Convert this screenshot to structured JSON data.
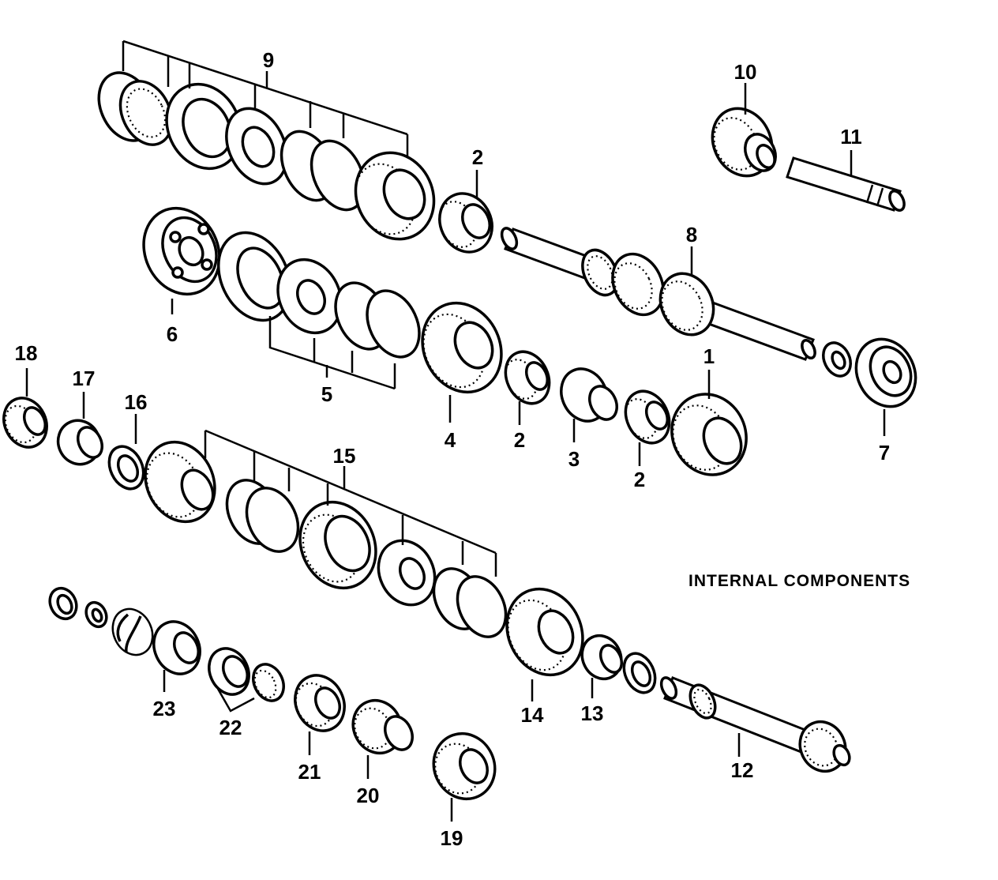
{
  "caption": "INTERNAL COMPONENTS",
  "callouts": {
    "c1": "1",
    "c2a": "2",
    "c2b": "2",
    "c2c": "2",
    "c3": "3",
    "c4": "4",
    "c5": "5",
    "c6": "6",
    "c7": "7",
    "c8": "8",
    "c9": "9",
    "c10": "10",
    "c11": "11",
    "c12": "12",
    "c13": "13",
    "c14": "14",
    "c15": "15",
    "c16": "16",
    "c17": "17",
    "c18": "18",
    "c19": "19",
    "c20": "20",
    "c21": "21",
    "c22": "22",
    "c23": "23"
  }
}
